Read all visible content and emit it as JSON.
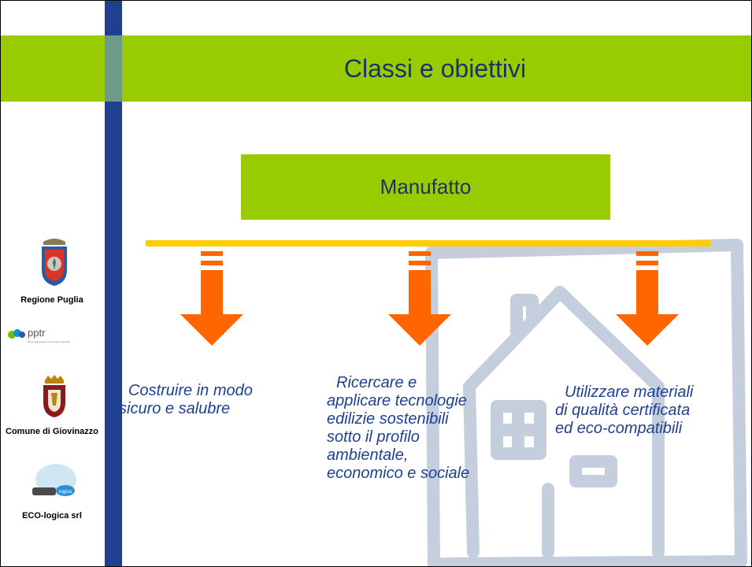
{
  "slide": {
    "title": "Classi e obiettivi",
    "center_box": "Manufatto",
    "captions": [
      [
        "Costruire in modo",
        "sicuro e salubre"
      ],
      [
        "Ricercare e",
        "applicare tecnologie",
        "edilizie sostenibili",
        "sotto il profilo",
        "ambientale,",
        "economico e sociale"
      ],
      [
        "Utilizzare materiali",
        "di qualità certificata",
        "ed eco-compatibili"
      ]
    ]
  },
  "sidebar": {
    "logos": [
      {
        "label": "Regione Puglia",
        "icon": "regione-puglia-crest"
      },
      {
        "label": "pptr",
        "sub": "piano paesaggistico territoriale regionale",
        "icon": "pptr-logo"
      },
      {
        "label": "Comune di Giovinazzo",
        "icon": "giovinazzo-crest"
      },
      {
        "label": "ECO-logica srl",
        "icon": "eco-logica-logo"
      }
    ]
  },
  "colors": {
    "green": "#99cc00",
    "blue": "#1f3f8f",
    "yellow": "#ffcc00",
    "orange": "#ff6600"
  }
}
